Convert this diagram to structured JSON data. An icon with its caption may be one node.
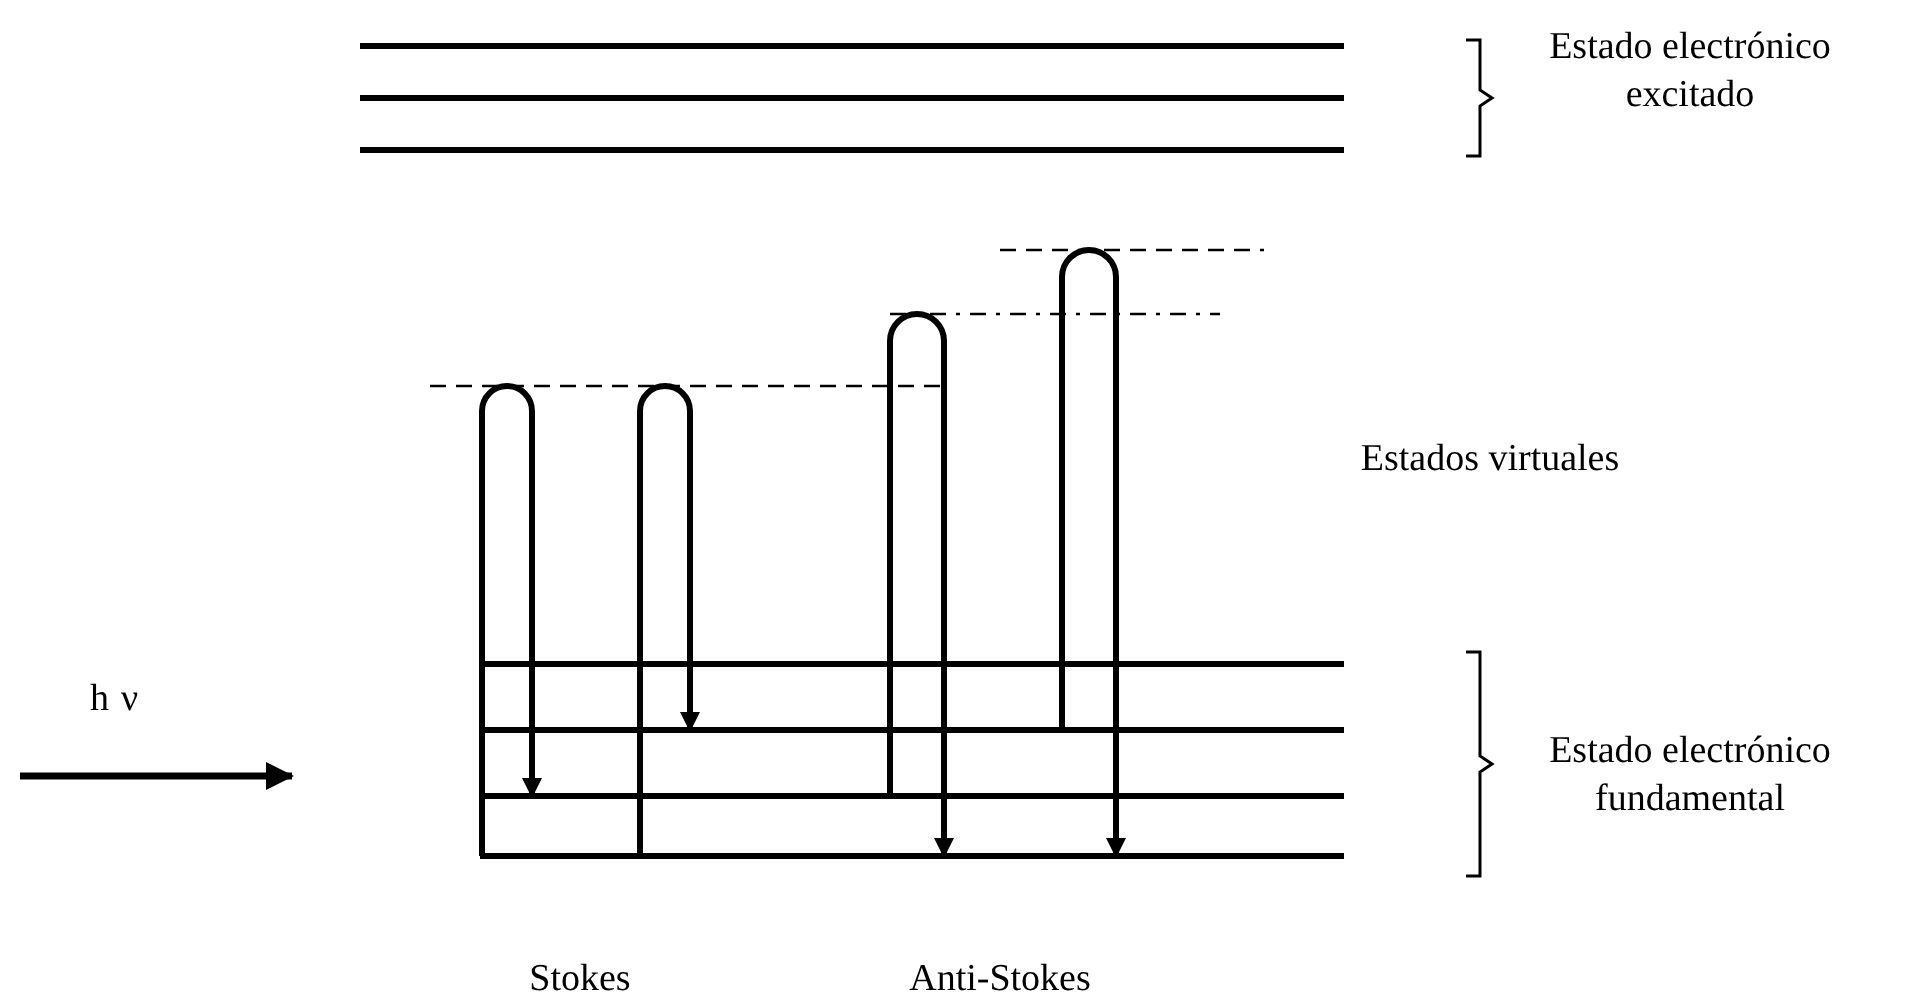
{
  "diagram": {
    "labels": [
      "Estado electrónico excitado",
      "Estados virtuales",
      "hν",
      "Estado electrónico fundamental",
      "Stokes",
      "Anti-Stokes"
    ]
  }
}
